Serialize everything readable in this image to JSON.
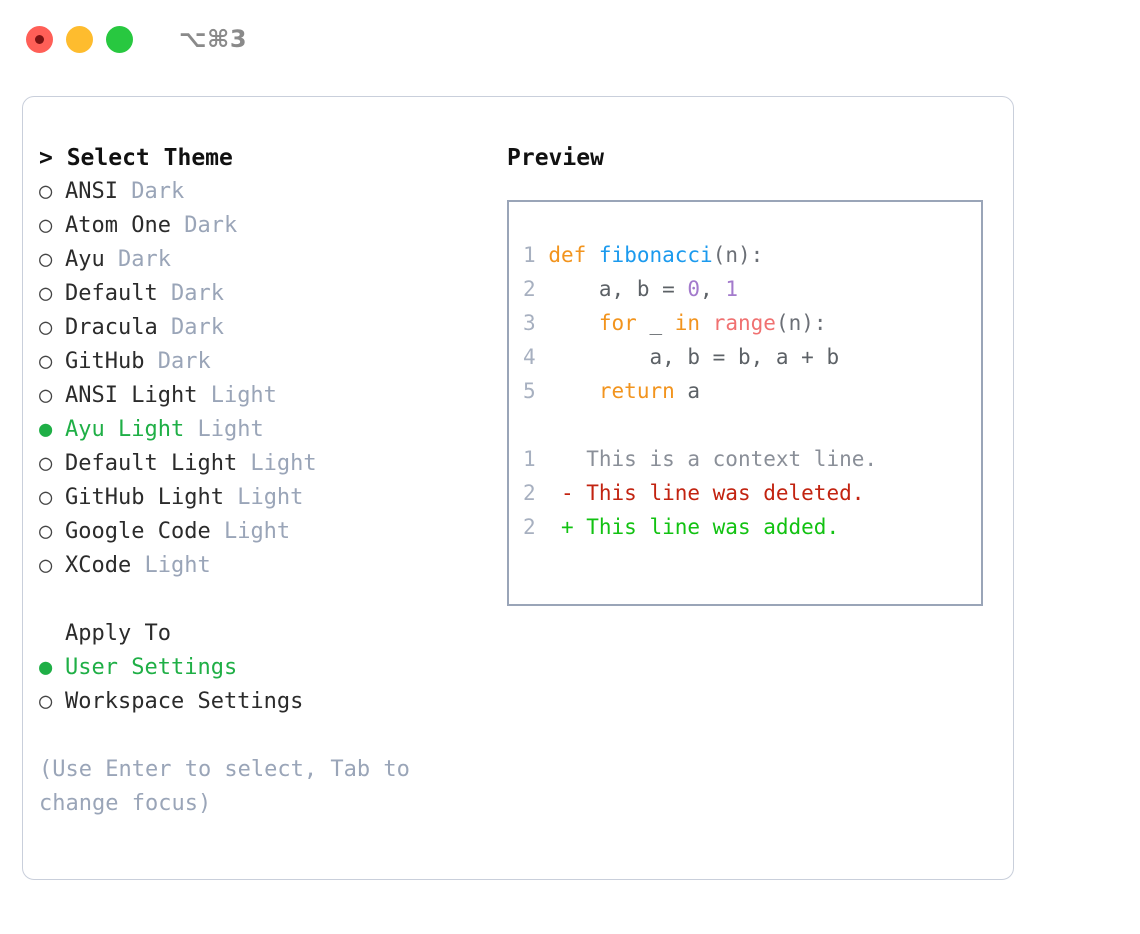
{
  "titlebar": {
    "shortcut": "⌥⌘3",
    "buttons": [
      {
        "name": "close",
        "color": "#ff5f57"
      },
      {
        "name": "minimize",
        "color": "#febc2e"
      },
      {
        "name": "maximize",
        "color": "#28c840"
      }
    ]
  },
  "theme_picker": {
    "heading": "> Select Theme",
    "selected_marker": "●",
    "unselected_marker": "○",
    "items": [
      {
        "name": "ANSI",
        "variant": "Dark",
        "selected": false
      },
      {
        "name": "Atom One",
        "variant": "Dark",
        "selected": false
      },
      {
        "name": "Ayu",
        "variant": "Dark",
        "selected": false
      },
      {
        "name": "Default",
        "variant": "Dark",
        "selected": false
      },
      {
        "name": "Dracula",
        "variant": "Dark",
        "selected": false
      },
      {
        "name": "GitHub",
        "variant": "Dark",
        "selected": false
      },
      {
        "name": "ANSI Light",
        "variant": "Light",
        "selected": false
      },
      {
        "name": "Ayu Light",
        "variant": "Light",
        "selected": true
      },
      {
        "name": "Default Light",
        "variant": "Light",
        "selected": false
      },
      {
        "name": "GitHub Light",
        "variant": "Light",
        "selected": false
      },
      {
        "name": "Google Code",
        "variant": "Light",
        "selected": false
      },
      {
        "name": "XCode",
        "variant": "Light",
        "selected": false
      }
    ]
  },
  "apply_to": {
    "heading": "Apply To",
    "items": [
      {
        "label": "User Settings",
        "selected": true
      },
      {
        "label": "Workspace Settings",
        "selected": false
      }
    ]
  },
  "hint": "(Use Enter to select, Tab to change focus)",
  "preview": {
    "title": "Preview",
    "code": [
      {
        "lineno": "1",
        "tokens": [
          {
            "t": "def",
            "c": "kw"
          },
          {
            "t": " ",
            "c": "plain"
          },
          {
            "t": "fibonacci",
            "c": "fn"
          },
          {
            "t": "(n):",
            "c": "pun"
          }
        ]
      },
      {
        "lineno": "2",
        "tokens": [
          {
            "t": "    a, b = ",
            "c": "plain"
          },
          {
            "t": "0",
            "c": "num"
          },
          {
            "t": ", ",
            "c": "plain"
          },
          {
            "t": "1",
            "c": "num"
          }
        ]
      },
      {
        "lineno": "3",
        "tokens": [
          {
            "t": "    ",
            "c": "plain"
          },
          {
            "t": "for",
            "c": "kw"
          },
          {
            "t": " _ ",
            "c": "plain"
          },
          {
            "t": "in",
            "c": "kw"
          },
          {
            "t": " ",
            "c": "plain"
          },
          {
            "t": "range",
            "c": "bi"
          },
          {
            "t": "(n):",
            "c": "pun"
          }
        ]
      },
      {
        "lineno": "4",
        "tokens": [
          {
            "t": "        a, b = b, a + b",
            "c": "plain"
          }
        ]
      },
      {
        "lineno": "5",
        "tokens": [
          {
            "t": "    ",
            "c": "plain"
          },
          {
            "t": "return",
            "c": "kw"
          },
          {
            "t": " a",
            "c": "plain"
          }
        ]
      }
    ],
    "diff": [
      {
        "lineno": "1",
        "sign": " ",
        "text": "This is a context line.",
        "kind": "d-ctx"
      },
      {
        "lineno": "2",
        "sign": "-",
        "text": "This line was deleted.",
        "kind": "d-del"
      },
      {
        "lineno": "2",
        "sign": "+",
        "text": "This line was added.",
        "kind": "d-add"
      }
    ]
  },
  "colors": {
    "accent_green": "#1faf46",
    "muted": "#9aa5b8",
    "keyword": "#f2941e",
    "function": "#1b9aee",
    "number": "#a37acc",
    "builtin": "#f07171",
    "diff_added": "#12c212",
    "diff_deleted": "#c22310",
    "border": "#9aa5b8"
  }
}
